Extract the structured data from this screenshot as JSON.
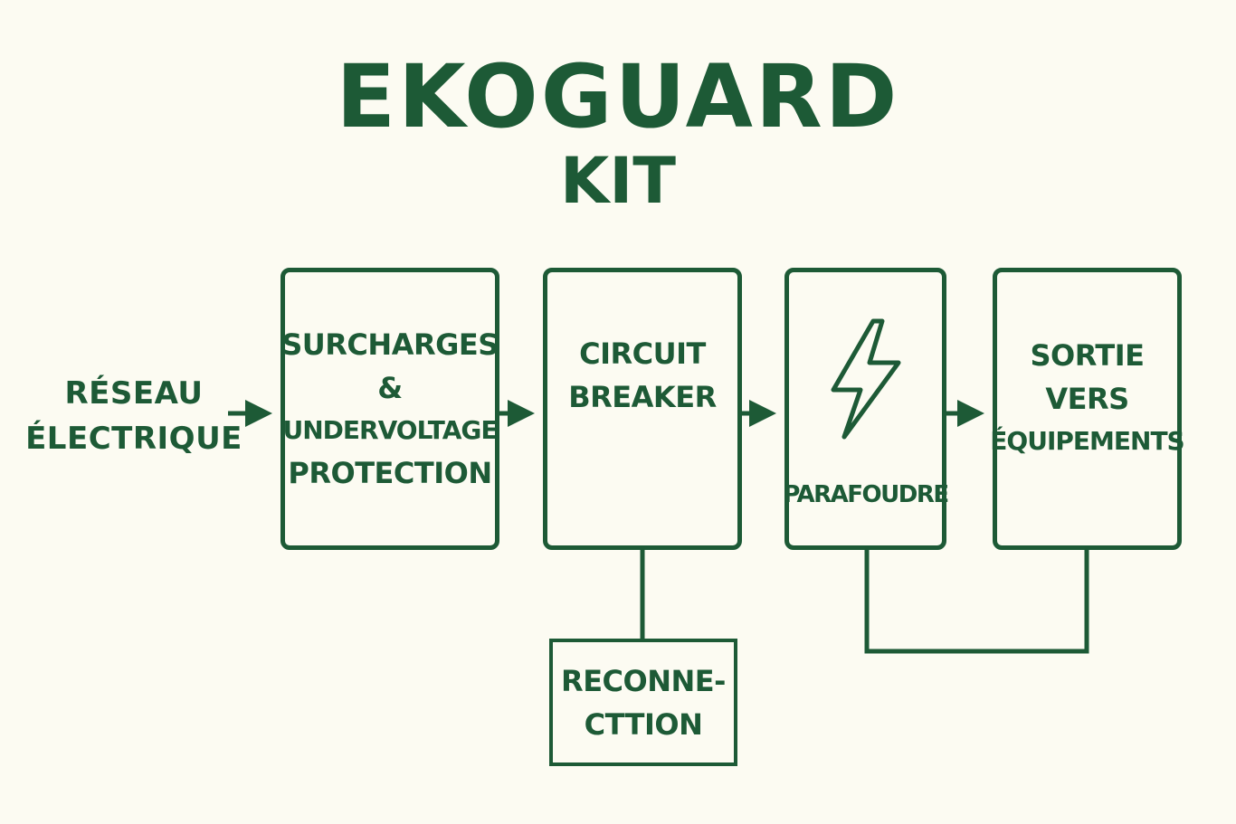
{
  "title": "EKOGUARD",
  "subtitle": "KIT",
  "input": {
    "line1": "RÉSEAU",
    "line2": "ÉLECTRIQUE"
  },
  "blocks": {
    "protection": {
      "line1": "SURCHARGES",
      "line2": "&",
      "line3": "UNDERVOLTAGE",
      "line4": "PROTECTION"
    },
    "breaker": {
      "line1": "CIRCUIT",
      "line2": "BREAKER"
    },
    "surge": {
      "label": "PARAFOUDRE",
      "icon": "lightning-bolt-icon"
    },
    "output": {
      "line1": "SORTIE",
      "line2": "VERS",
      "line3": "ÉQUIPEMENTS"
    },
    "reconnection": {
      "line1": "RECONNE-",
      "line2": "CTTION"
    }
  },
  "colors": {
    "background": "#fcfbf2",
    "accent": "#1d5a36"
  }
}
